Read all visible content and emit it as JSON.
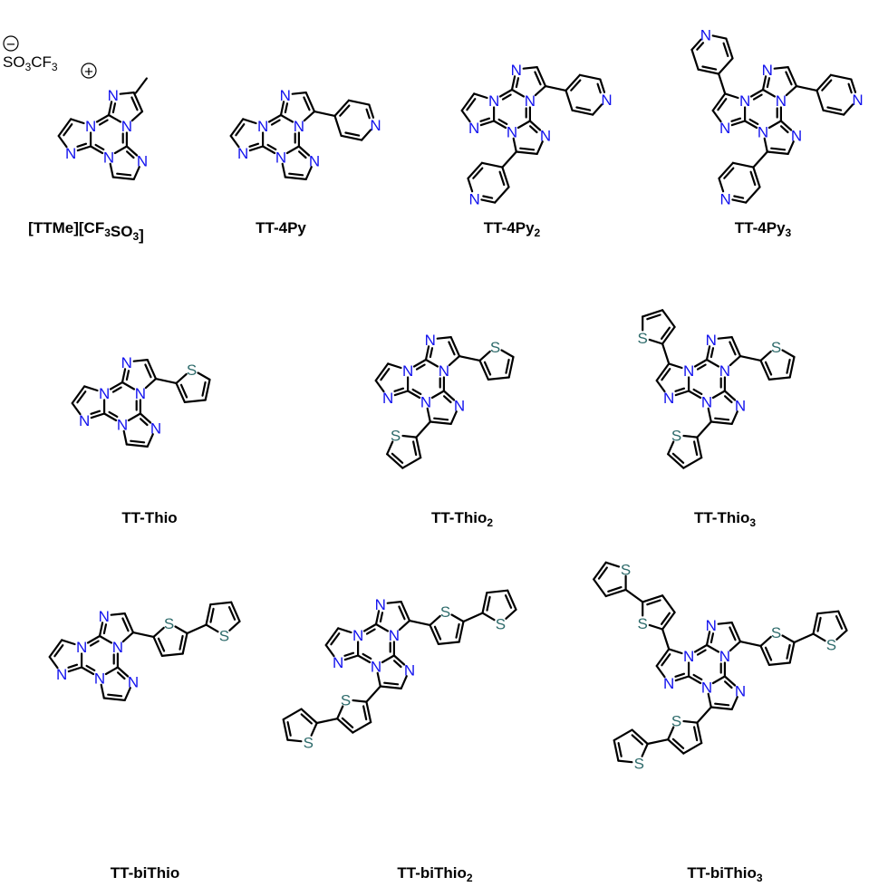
{
  "colors": {
    "bond": "#000000",
    "nitrogen": "#1111ee",
    "sulfur": "#2e6b6b",
    "background": "#ffffff"
  },
  "atoms": {
    "n": "N",
    "s": "S"
  },
  "counterion": {
    "formula_main": "SO",
    "formula_sub1": "3",
    "formula_rest": "CF",
    "formula_sub2": "3",
    "minus": "−",
    "plus": "+"
  },
  "compounds": [
    {
      "name": "[TTMe][CF3SO3]",
      "parts": [
        [
          "[TTMe][CF",
          false
        ],
        [
          "3",
          true
        ],
        [
          "SO",
          false
        ],
        [
          "3",
          true
        ],
        [
          "]",
          false
        ]
      ]
    },
    {
      "name": "TT-4Py",
      "parts": [
        [
          "TT-4Py",
          false
        ]
      ]
    },
    {
      "name": "TT-4Py2",
      "parts": [
        [
          "TT-4Py",
          false
        ],
        [
          "2",
          true
        ]
      ]
    },
    {
      "name": "TT-4Py3",
      "parts": [
        [
          "TT-4Py",
          false
        ],
        [
          "3",
          true
        ]
      ]
    },
    {
      "name": "TT-Thio",
      "parts": [
        [
          "TT-Thio",
          false
        ]
      ]
    },
    {
      "name": "TT-Thio2",
      "parts": [
        [
          "TT-Thio",
          false
        ],
        [
          "2",
          true
        ]
      ]
    },
    {
      "name": "TT-Thio3",
      "parts": [
        [
          "TT-Thio",
          false
        ],
        [
          "3",
          true
        ]
      ]
    },
    {
      "name": "TT-biThio",
      "parts": [
        [
          "TT-biThio",
          false
        ]
      ]
    },
    {
      "name": "TT-biThio2",
      "parts": [
        [
          "TT-biThio",
          false
        ],
        [
          "2",
          true
        ]
      ]
    },
    {
      "name": "TT-biThio3",
      "parts": [
        [
          "TT-biThio",
          false
        ],
        [
          "3",
          true
        ]
      ]
    }
  ]
}
